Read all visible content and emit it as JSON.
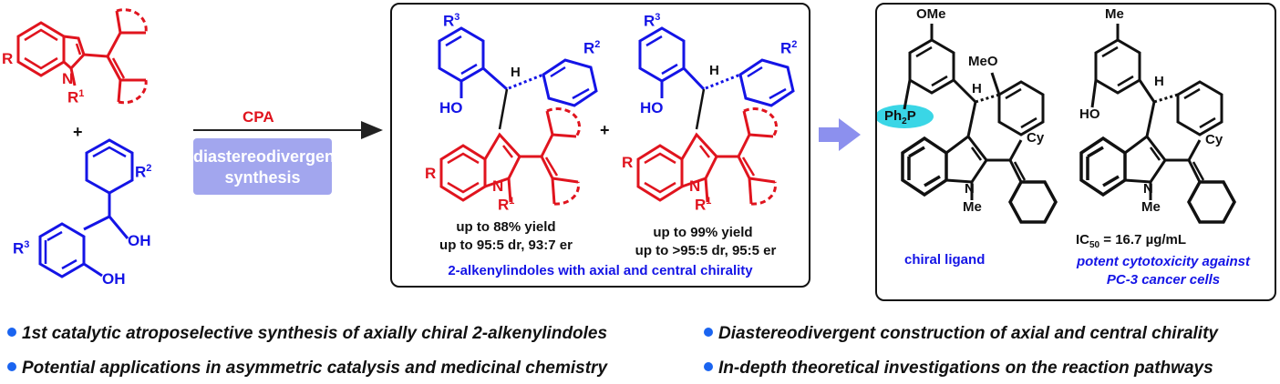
{
  "reactants": {
    "indole": {
      "r": "R",
      "r1": "R",
      "r1_sup": "1",
      "n": "N"
    },
    "plus": "+",
    "alcohol": {
      "r2": "R",
      "r2_sup": "2",
      "r3": "R",
      "r3_sup": "3",
      "oh_top": "OH",
      "oh_bottom": "OH"
    }
  },
  "reaction": {
    "catalyst": "CPA",
    "condition_line1": "diastereodivergent",
    "condition_line2": "synthesis"
  },
  "products": {
    "plus": "+",
    "left": {
      "r3": "R",
      "r3_sup": "3",
      "r2": "R",
      "r2_sup": "2",
      "h": "H",
      "ho": "HO",
      "r": "R",
      "n": "N",
      "r1": "R",
      "r1_sup": "1",
      "yield": "up to 88% yield",
      "selectivity": "up to 95:5 dr, 93:7 er"
    },
    "right": {
      "r3": "R",
      "r3_sup": "3",
      "r2": "R",
      "r2_sup": "2",
      "h": "H",
      "ho": "HO",
      "r": "R",
      "n": "N",
      "r1": "R",
      "r1_sup": "1",
      "yield": "up to 99% yield",
      "selectivity": "up to >95:5 dr, 95:5 er"
    },
    "caption": "2-alkenylindoles with axial and central chirality"
  },
  "applications": {
    "ligand": {
      "ome": "OMe",
      "meo": "MeO",
      "h": "H",
      "ph2p_main": "Ph",
      "ph2p_sub": "2",
      "ph2p_p": "P",
      "cy": "Cy",
      "n": "N",
      "me": "Me",
      "label": "chiral ligand"
    },
    "drug": {
      "me_top": "Me",
      "h": "H",
      "ho": "HO",
      "cy": "Cy",
      "n": "N",
      "me": "Me",
      "ic50_prefix": "IC",
      "ic50_sub": "50",
      "ic50_value": " = 16.7 µg/mL",
      "activity_line1": "potent cytotoxicity against",
      "activity_line2": "PC-3 cancer cells"
    }
  },
  "highlights": [
    "1st catalytic atroposelective synthesis of axially chiral 2-alkenylindoles",
    "Diastereodivergent construction of axial and central chirality",
    "Potential applications in asymmetric catalysis and medicinal chemistry",
    "In-depth theoretical investigations on the reaction pathways"
  ],
  "colors": {
    "red": "#e0141e",
    "blue": "#1414e6",
    "bullet": "#1a64f0",
    "condition_bg": "#a2a6ee",
    "arrow": "#8c90ee",
    "highlight": "#3ad6e6"
  }
}
